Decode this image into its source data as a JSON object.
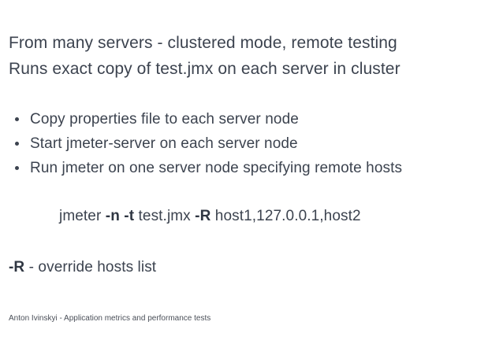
{
  "slide": {
    "headings": [
      "From many servers - clustered mode, remote testing",
      "Runs exact copy of test.jmx on each server in cluster"
    ],
    "bullets": [
      "Copy properties file to each server node",
      "Start jmeter-server on each server node",
      "Run jmeter on one server node specifying remote hosts"
    ],
    "command": {
      "program": "jmeter ",
      "flag_nt": "-n -t",
      "script": " test.jmx ",
      "flag_r": "-R",
      "hosts": " host1,127.0.0.1,host2"
    },
    "definition": {
      "flag": "-R",
      "text": " - override hosts list"
    },
    "footer": "Anton Ivinskyi - Application metrics and performance tests",
    "colors": {
      "text": "#3c434f",
      "background": "#ffffff",
      "footer_text": "#4a4f58"
    }
  }
}
